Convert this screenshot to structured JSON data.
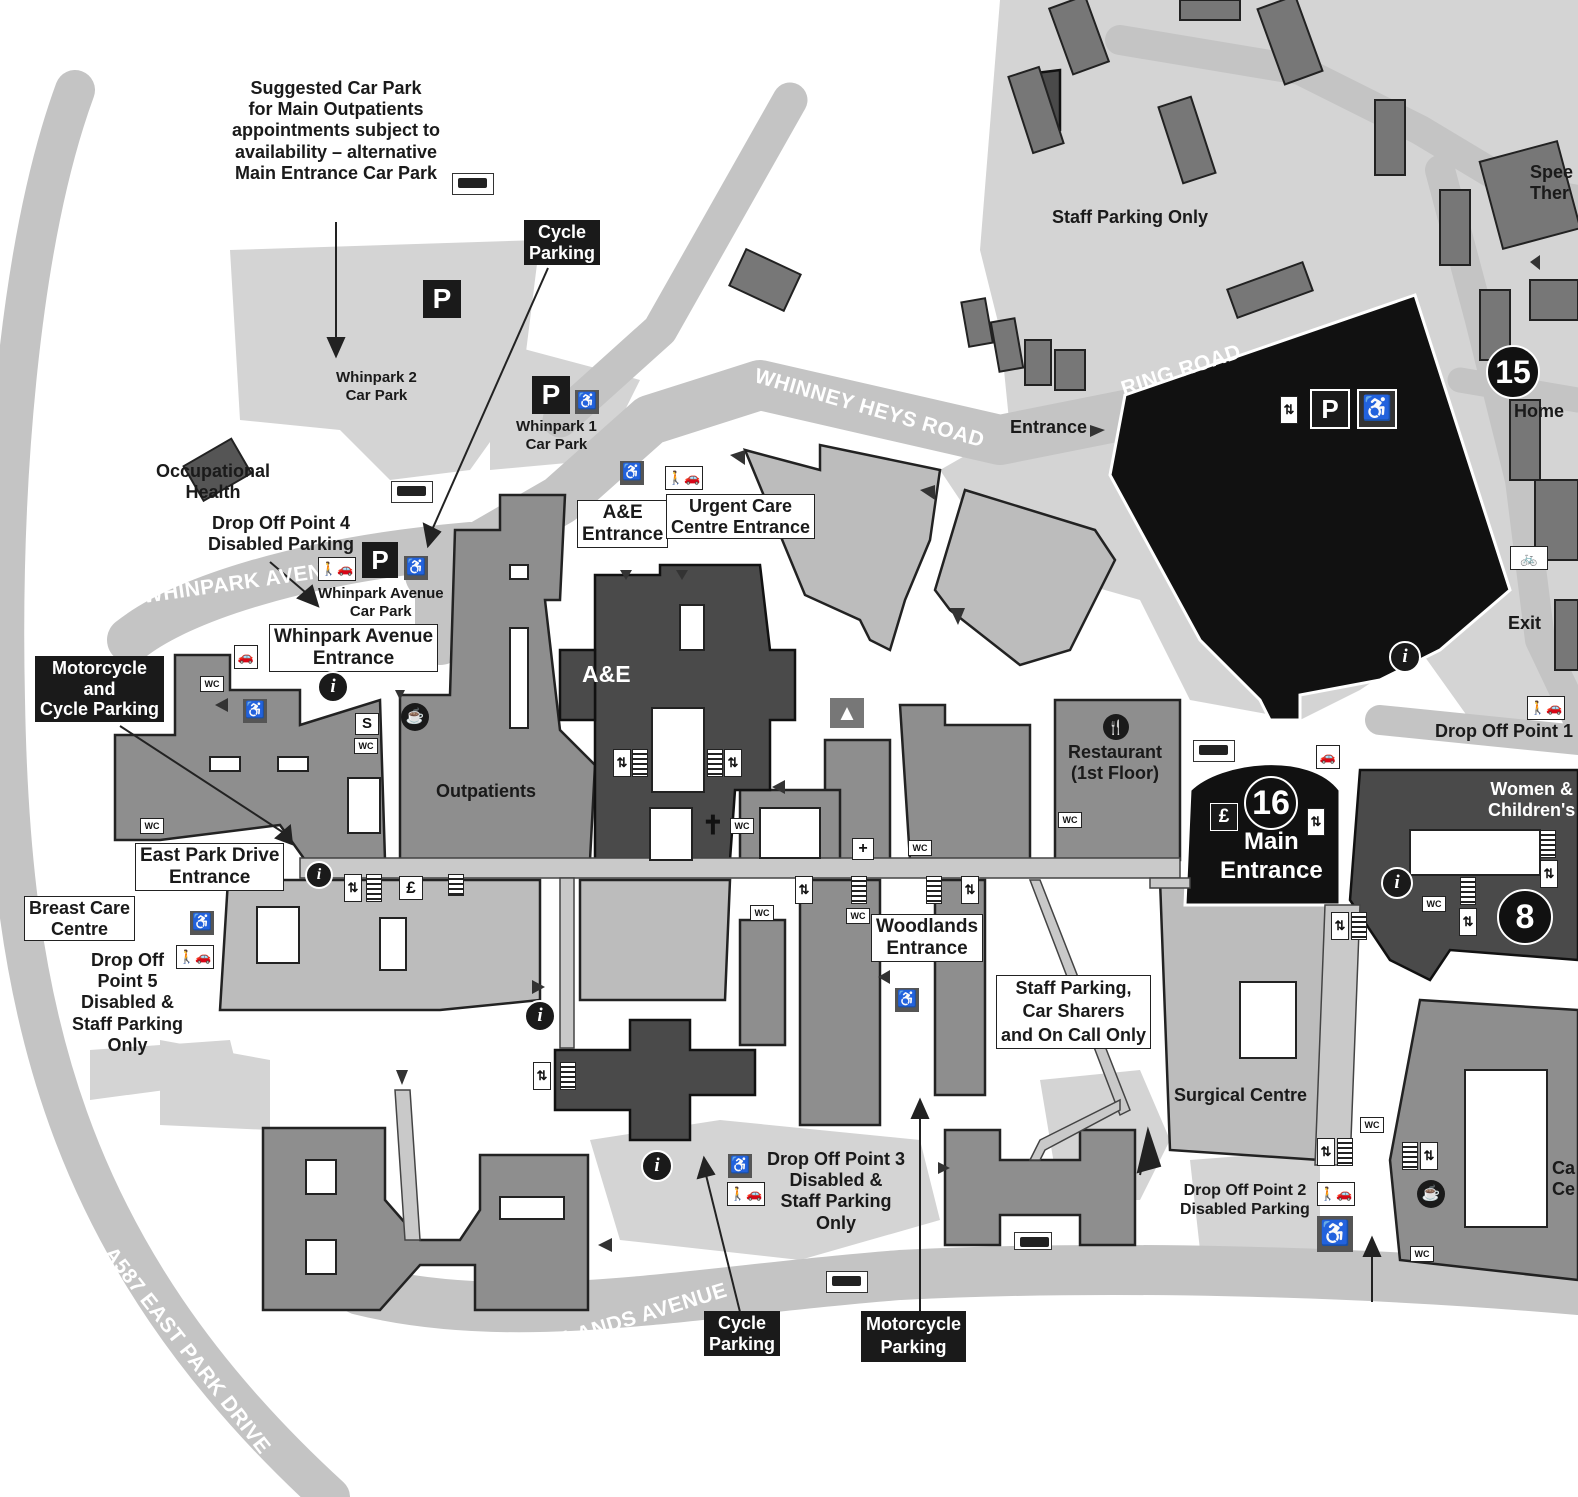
{
  "map": {
    "colors": {
      "road": "#c9c9c9",
      "ground": "#d9d9d9",
      "building_light": "#b9b9b9",
      "building_mid": "#8c8c8c",
      "building_dark": "#4a4a4a",
      "car_park_dark": "#1a1a1a"
    },
    "notes": {
      "suggested_car_park": "Suggested Car Park\nfor Main Outpatients\nappointments subject to\navailability – alternative\nMain Entrance Car Park",
      "staff_parking_only": "Staff Parking Only",
      "whinpark2": "Whinpark 2\nCar Park",
      "whinpark1": "Whinpark 1\nCar Park",
      "whinpark_avenue_car_park": "Whinpark Avenue\nCar Park",
      "occupational_health": "Occupational\nHealth",
      "drop_off_4": "Drop Off Point 4\nDisabled Parking",
      "drop_off_5": "Drop Off\nPoint 5\nDisabled &\nStaff Parking\nOnly",
      "drop_off_3": "Drop Off Point 3\nDisabled &\nStaff Parking\nOnly",
      "drop_off_2": "Drop Off Point 2\nDisabled Parking",
      "drop_off_1": "Drop Off Point 1",
      "outpatients": "Outpatients",
      "ae_building": "A&E",
      "restaurant": "Restaurant\n(1st Floor)",
      "main_entrance": "Main\nEntrance",
      "surgical_centre": "Surgical Centre",
      "women_children": "Women &\nChildren's",
      "entrance": "Entrance",
      "exit": "Exit",
      "home": "Home",
      "speech": "Spee\nTher",
      "ca_ce": "Ca\nCe"
    },
    "boxes": {
      "cycle_parking_top": "Cycle\nParking",
      "ae_entrance": "A&E\nEntrance",
      "urgent_care": "Urgent Care\nCentre Entrance",
      "whinpark_avenue_entrance": "Whinpark Avenue\nEntrance",
      "motorcycle_cycle": "Motorcycle\nand\nCycle Parking",
      "east_park_drive": "East Park Drive\nEntrance",
      "breast_care": "Breast Care\nCentre",
      "woodlands_entrance": "Woodlands\nEntrance",
      "staff_parking_car_sharers": "Staff Parking,\nCar Sharers\nand On Call Only",
      "cycle_parking_bottom": "Cycle\nParking",
      "motorcycle_parking": "Motorcycle\nParking"
    },
    "roads": {
      "whinney_heys": "WHINNEY HEYS ROAD",
      "ring_road": "RING ROAD",
      "whinpark_avenue": "WHINPARK AVENUE",
      "woodlands_avenue": "WOODLANDS AVENUE",
      "east_park_drive": "A587 EAST PARK DRIVE"
    },
    "badges": {
      "n16": "16",
      "n15": "15",
      "n8": "8"
    },
    "symbols": {
      "parking": "P",
      "wc": "WC",
      "info": "i",
      "pound": "£",
      "shop": "S"
    }
  }
}
